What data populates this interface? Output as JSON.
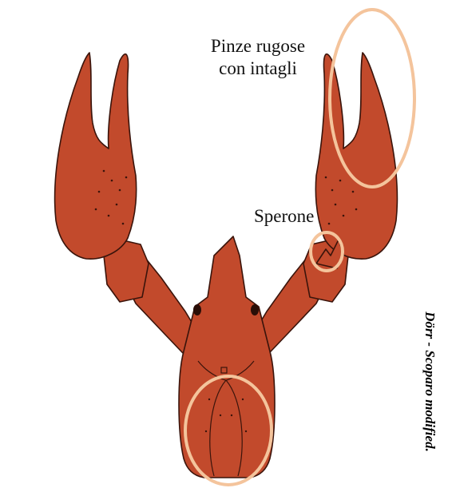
{
  "annotations": {
    "claws_line1": "Pinze rugose",
    "claws_line2": "con intagli",
    "spur": "Sperone"
  },
  "credit": "Dörr - Scoparo modified.",
  "colors": {
    "body_fill": "#c24a2c",
    "outline": "#3a140b",
    "highlight_circle": "#f4c49c",
    "background": "#ffffff"
  }
}
